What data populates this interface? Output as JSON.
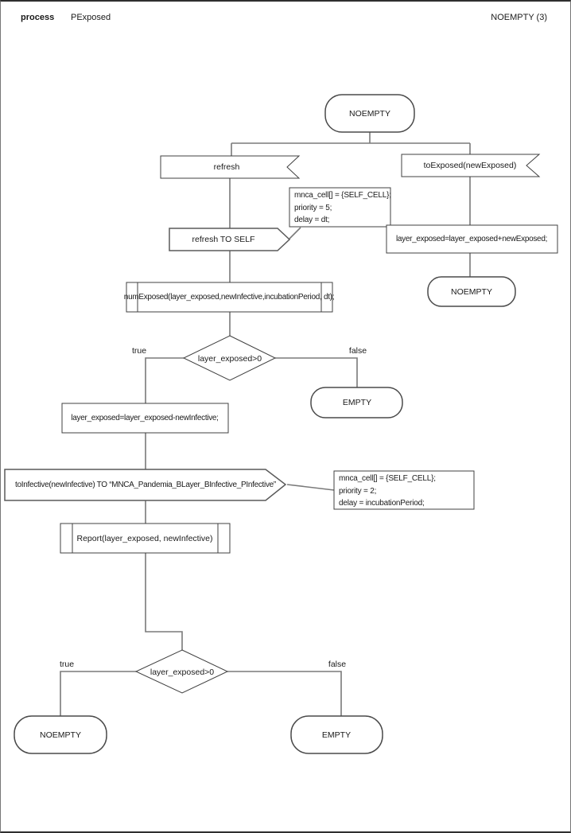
{
  "header": {
    "kind": "process",
    "name": "PExposed",
    "state_ref": "NOEMPTY (3)"
  },
  "diagram": {
    "start_state": "NOEMPTY",
    "refresh_msg": "refresh",
    "to_exposed_msg": "toExposed(newExposed)",
    "note_refresh": {
      "l1": "mnca_cell[] = {SELF_CELL};",
      "l2": "priority = 5;",
      "l3": "delay = dt;"
    },
    "send_refresh": "refresh TO SELF",
    "assign_add": "layer_exposed=layer_exposed+newExposed;",
    "state_after_add": "NOEMPTY",
    "call_num_exposed": "numExposed(layer_exposed,newInfective,incubationPeriod, dt);",
    "decision1": {
      "cond": "layer_exposed>0",
      "true_label": "true",
      "false_label": "false"
    },
    "state_empty_1": "EMPTY",
    "assign_sub": "layer_exposed=layer_exposed-newInfective;",
    "send_to_infective": "toInfective(newInfective) TO “MNCA_Pandemia_BLayer_BInfective_PInfective”",
    "note_infective": {
      "l1": "mnca_cell[] = {SELF_CELL};",
      "l2": "priority = 2;",
      "l3": "delay = incubationPeriod;"
    },
    "call_report": "Report(layer_exposed, newInfective)",
    "decision2": {
      "cond": "layer_exposed>0",
      "true_label": "true",
      "false_label": "false"
    },
    "state_noempty_2": "NOEMPTY",
    "state_empty_2": "EMPTY"
  }
}
